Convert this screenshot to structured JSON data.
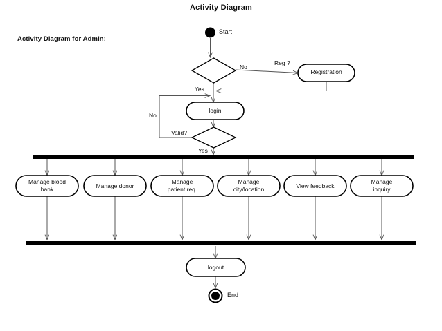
{
  "page": {
    "title": "Activity Diagram",
    "subtitle": "Activity Diagram for Admin:",
    "background_color": "#ffffff",
    "line_color": "#555555",
    "node_border_color": "#000000",
    "bar_color": "#000000",
    "text_color": "#111111"
  },
  "nodes": {
    "start": {
      "type": "initial-node",
      "label": "Start"
    },
    "end": {
      "type": "final-node",
      "label": "End"
    },
    "decision_reg": {
      "type": "decision",
      "label": ""
    },
    "decision_valid": {
      "type": "decision",
      "label": ""
    },
    "registration": {
      "type": "action",
      "label": "Registration"
    },
    "login": {
      "type": "action",
      "label": "login"
    },
    "logout": {
      "type": "action",
      "label": "logout"
    },
    "fork_bar": {
      "type": "fork"
    },
    "join_bar": {
      "type": "join"
    }
  },
  "activities": [
    {
      "id": "manage-blood-bank",
      "label": "Manage blood\nbank"
    },
    {
      "id": "manage-donor",
      "label": "Manage donor"
    },
    {
      "id": "manage-patient-req",
      "label": "Manage\npatient req."
    },
    {
      "id": "manage-city-location",
      "label": "Manage\ncity/location"
    },
    {
      "id": "view-feedback",
      "label": "View feedback"
    },
    {
      "id": "manage-inquiry",
      "label": "Manage\ninquiry"
    }
  ],
  "edge_labels": {
    "reg_no": "No",
    "reg_question": "Reg ?",
    "reg_yes": "Yes",
    "valid_no": "No",
    "valid_label": "Valid?",
    "valid_yes": "Yes"
  }
}
